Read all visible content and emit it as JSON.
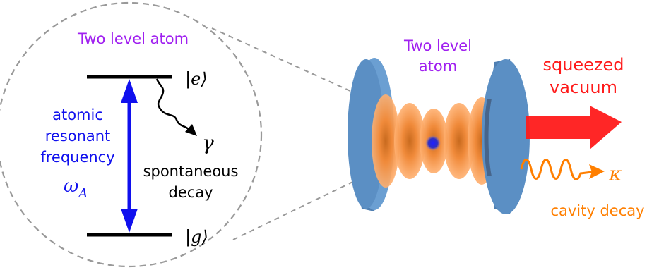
{
  "inset": {
    "title": "Two level atom",
    "excited_state": "|e⟩",
    "ground_state": "|g⟩",
    "frequency_label": [
      "atomic",
      "resonant",
      "frequency"
    ],
    "frequency_symbol": "ω",
    "frequency_subscript": "A",
    "decay_rate_symbol": "γ",
    "decay_label": [
      "spontaneous",
      "decay"
    ]
  },
  "cavity": {
    "atom_label": [
      "Two level",
      "atom"
    ],
    "squeezed_label": [
      "squeezed",
      "vacuum"
    ],
    "kappa_symbol": "κ",
    "cavity_decay_label": "cavity decay"
  },
  "colors": {
    "purple": "#a020f0",
    "blue": "#1010ee",
    "red": "#ff1a1a",
    "orange": "#ff7f00",
    "mirror": "#5b8fc4",
    "gray_dash": "#999999",
    "black": "#000000"
  }
}
